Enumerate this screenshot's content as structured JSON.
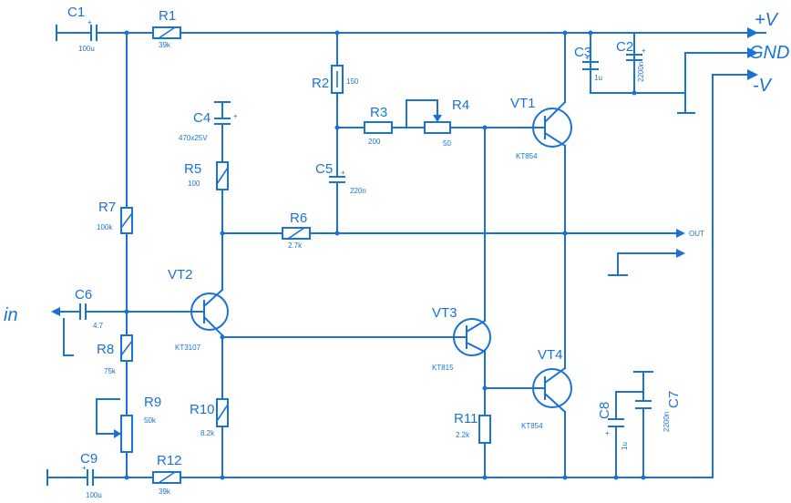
{
  "rails": {
    "plus_v": "+V",
    "gnd": "GND",
    "minus_v": "-V"
  },
  "signals": {
    "input": "in",
    "output": "OUT"
  },
  "components": {
    "C1": {
      "name": "C1",
      "value": "100u"
    },
    "R1": {
      "name": "R1",
      "value": "39k"
    },
    "R2": {
      "name": "R2",
      "value": "150"
    },
    "R3": {
      "name": "R3",
      "value": "200"
    },
    "R4": {
      "name": "R4",
      "value": "50"
    },
    "C4": {
      "name": "C4",
      "value": "470x25V"
    },
    "R5": {
      "name": "R5",
      "value": "100"
    },
    "C5": {
      "name": "C5",
      "value": "220n"
    },
    "R6": {
      "name": "R6",
      "value": "2.7k"
    },
    "R7": {
      "name": "R7",
      "value": "100k"
    },
    "C6": {
      "name": "C6",
      "value": "4.7"
    },
    "VT2": {
      "name": "VT2",
      "value": "KT3107"
    },
    "R8": {
      "name": "R8",
      "value": "75k"
    },
    "R9": {
      "name": "R9",
      "value": "50k"
    },
    "R10": {
      "name": "R10",
      "value": "8.2k"
    },
    "C9": {
      "name": "C9",
      "value": "100u"
    },
    "R12": {
      "name": "R12",
      "value": "39k"
    },
    "VT1": {
      "name": "VT1",
      "value": "KT854"
    },
    "VT3": {
      "name": "VT3",
      "value": "KT815"
    },
    "VT4": {
      "name": "VT4",
      "value": "KT854"
    },
    "R11": {
      "name": "R11",
      "value": "2.2k"
    },
    "C3": {
      "name": "C3",
      "value": "1u"
    },
    "C2": {
      "name": "C2",
      "value": "2200n"
    },
    "C8": {
      "name": "C8",
      "value": "1u"
    },
    "C7": {
      "name": "C7",
      "value": "2200n"
    }
  },
  "colors": {
    "wire": "#1a73d4",
    "background": "#ffffff"
  }
}
